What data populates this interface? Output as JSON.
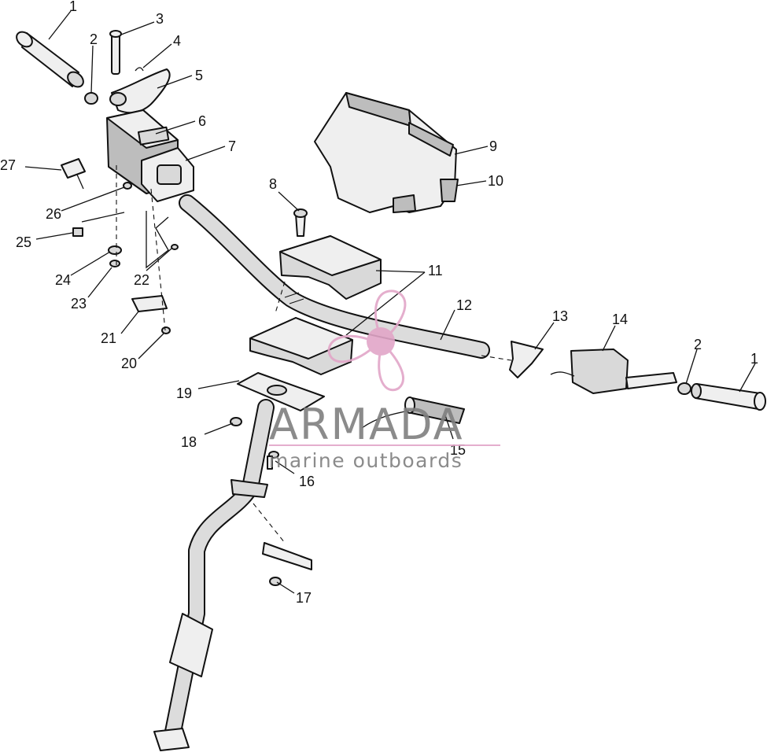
{
  "callouts": [
    "1",
    "2",
    "3",
    "4",
    "5",
    "6",
    "7",
    "8",
    "9",
    "10",
    "11",
    "12",
    "13",
    "14",
    "2",
    "1",
    "15",
    "16",
    "17",
    "18",
    "19",
    "20",
    "21",
    "22",
    "23",
    "24",
    "25",
    "26",
    "27"
  ],
  "watermark": {
    "brand": "ARMADA",
    "tagline": "marine outboards",
    "colors": {
      "propeller": "#e2a6c8",
      "brand_text": "#7f7f7f",
      "underline": "#e2a6c8"
    }
  }
}
